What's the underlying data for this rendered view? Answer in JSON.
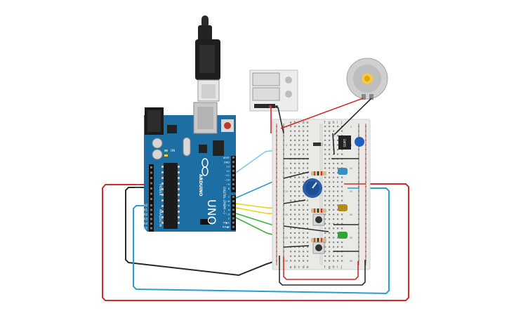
{
  "arduino": {
    "brand": "ARDUINO",
    "model": "UNO",
    "power_header_label": "POWER",
    "analog_header_label": "ANALOG IN",
    "digital_header_label": "DIGITAL (PWM ~)",
    "power_pins": [
      "IOREF",
      "RESET",
      "3.3V",
      "5V",
      "GND",
      "GND",
      "Vin"
    ],
    "analog_pins": [
      "A0",
      "A1",
      "A2",
      "A3",
      "A4",
      "A5"
    ],
    "digital_pins_top": [
      "AREF",
      "GND",
      "13",
      "12",
      "~11",
      "~10",
      "~9",
      "8"
    ],
    "digital_pins_bottom": [
      "7",
      "~6",
      "~5",
      "4",
      "~3",
      "2",
      "TX▶1",
      "RX◀0"
    ],
    "status_leds": [
      "L",
      "TX",
      "RX"
    ],
    "on_led": "ON"
  },
  "breadboard": {
    "columns_top": [
      "a",
      "b",
      "c",
      "d",
      "e",
      "f",
      "g",
      "h",
      "i",
      "j"
    ],
    "columns_bottom": [
      "a",
      "b",
      "c",
      "d",
      "e",
      "f",
      "g",
      "h",
      "i",
      "j"
    ],
    "row_numbers": [
      "1",
      "5",
      "10",
      "15",
      "20",
      "25",
      "30"
    ]
  },
  "components": {
    "ic_label": "SW55",
    "lcd_label": "",
    "motor_label": ""
  },
  "colors": {
    "arduino_board": "#1d6ea3",
    "wire_red": "#d42a2a",
    "wire_black": "#2a2a2a",
    "wire_lightblue": "#7ec8e3",
    "wire_teal": "#2a9ed0",
    "wire_yellow": "#e8d21a",
    "wire_green": "#3cb43c",
    "breadboard": "#e9e9e6"
  }
}
